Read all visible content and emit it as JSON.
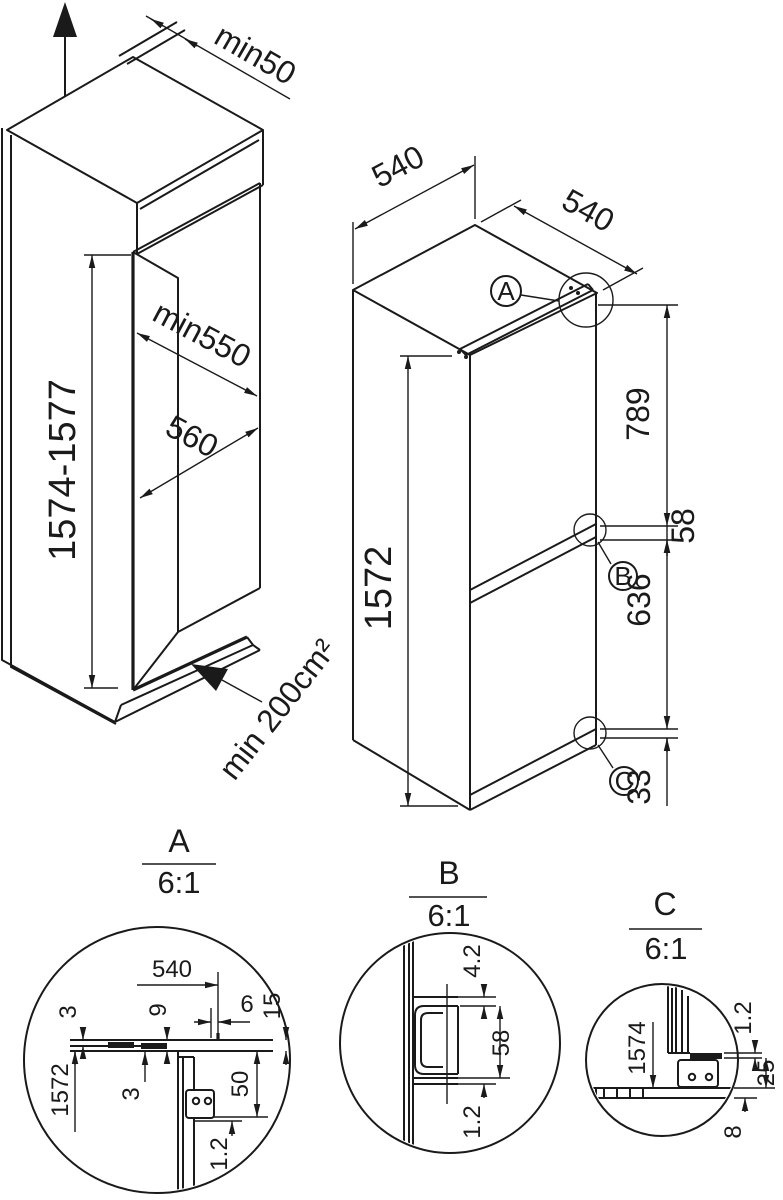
{
  "niche": {
    "up_clearance": "min50",
    "height": "1574-1577",
    "depth_min": "min550",
    "width": "560",
    "vent": "min 200cm²"
  },
  "appliance": {
    "top_depth": "540",
    "top_width": "540",
    "height": "1572",
    "seg_top": "789",
    "seg_gap": "58",
    "seg_bottom": "636",
    "seg_base": "33",
    "marker_a": "A",
    "marker_b": "B",
    "marker_c": "C"
  },
  "details": {
    "a": {
      "label": "A",
      "scale": "6:1",
      "dims": {
        "niche_depth": "540",
        "gap_top": "3",
        "gasket_height": "9",
        "front_offset": "6",
        "door_front": "15",
        "appliance_height": "1572",
        "side_gap": "3",
        "hinge_height": "50",
        "door_wall": "1.2"
      }
    },
    "b": {
      "label": "B",
      "scale": "6:1",
      "dims": {
        "gap": "4.2",
        "section_height": "58",
        "door_wall": "1.2"
      }
    },
    "c": {
      "label": "C",
      "scale": "6:1",
      "dims": {
        "height": "1574",
        "door_wall": "1.2",
        "plinth_gap": "25",
        "base_height": "8"
      }
    }
  },
  "colors": {
    "line": "#1a1a1a",
    "bg": "#ffffff"
  }
}
